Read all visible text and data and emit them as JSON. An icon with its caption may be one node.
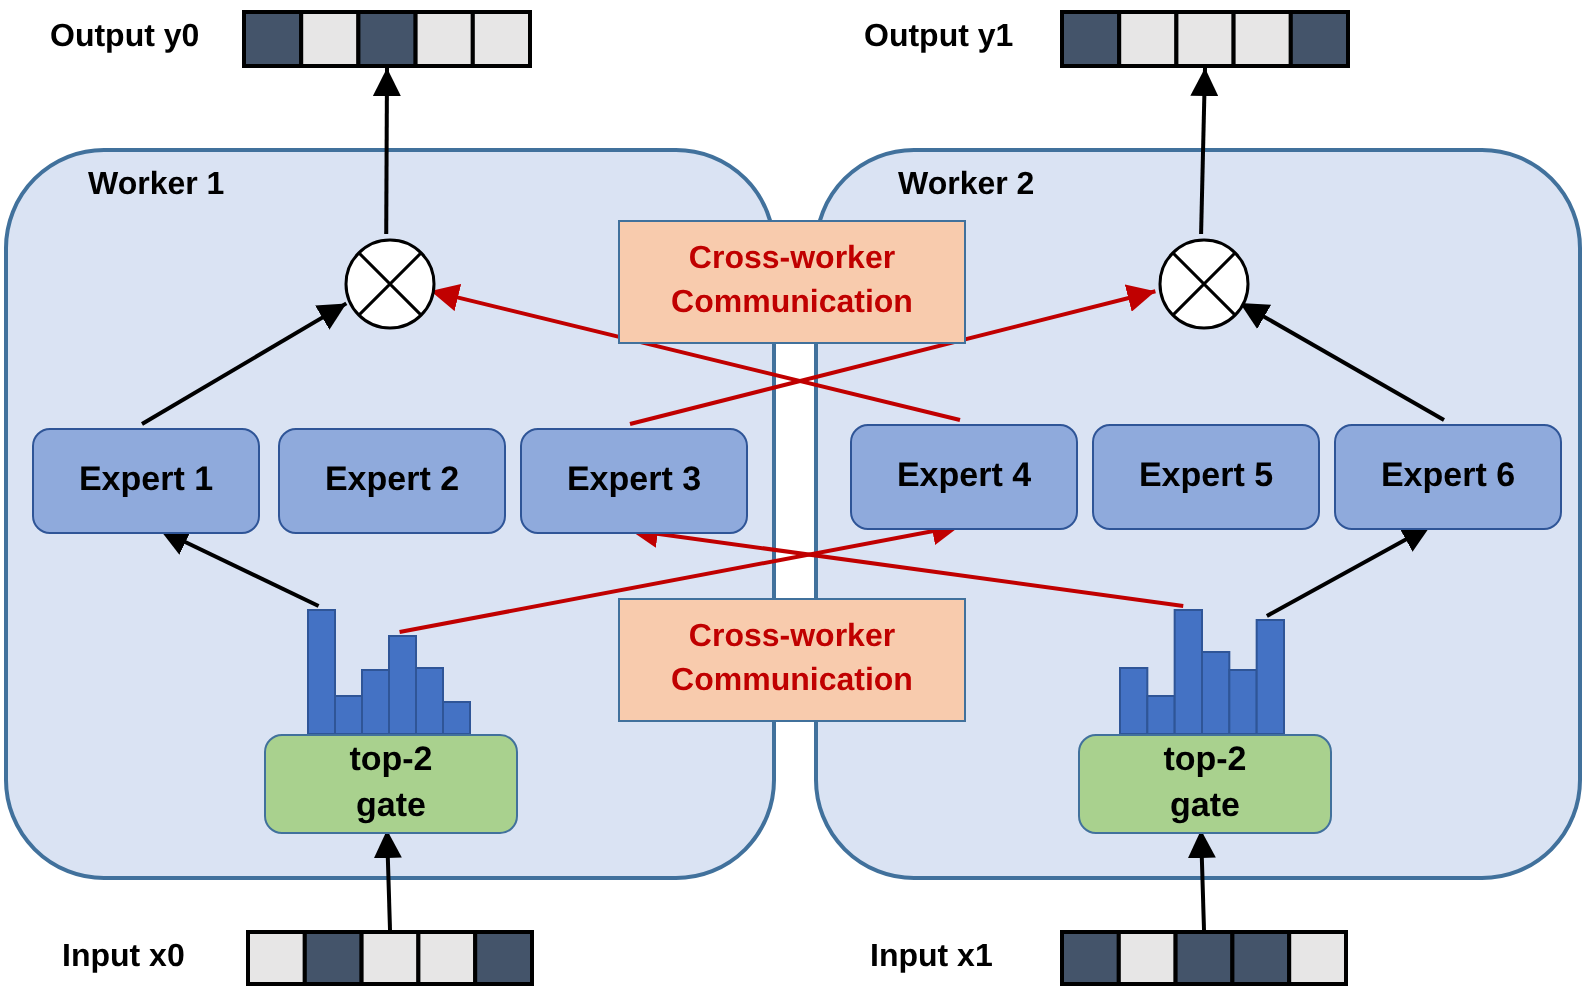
{
  "diagram": {
    "nodes": [
      {
        "text": [],
        "shape": "bar",
        "beside": [
          "Output y0"
        ]
      },
      {
        "text": [],
        "shape": "bar",
        "beside": [
          "Output y1"
        ]
      },
      {
        "text": [
          "Worker 1"
        ]
      },
      {
        "text": [],
        "shape": "circle",
        "in": 2
      },
      {
        "text": [
          "Expert 1"
        ],
        "in": 2
      },
      {
        "text": [
          "Expert 2"
        ],
        "in": 2
      },
      {
        "text": [
          "Expert 3"
        ],
        "in": 2
      },
      {
        "text": [],
        "shape": "picture",
        "in": 2
      },
      {
        "text": [
          "top-2 gate"
        ],
        "in": 2
      },
      {
        "text": [
          "Worker 2"
        ]
      },
      {
        "text": [],
        "shape": "circle",
        "in": 9
      },
      {
        "text": [
          "Expert 4"
        ],
        "in": 9
      },
      {
        "text": [
          "Expert 5"
        ],
        "in": 9
      },
      {
        "text": [
          "Expert 6"
        ],
        "in": 9
      },
      {
        "text": [],
        "shape": "picture",
        "in": 9
      },
      {
        "text": [
          "top-2 gate"
        ],
        "in": 9
      },
      {
        "text": [
          "Cross-worker Communication"
        ]
      },
      {
        "text": [
          "Cross-worker Communication"
        ]
      },
      {
        "text": [],
        "shape": "bar",
        "beside": [
          "Input x0"
        ]
      },
      {
        "text": [],
        "shape": "bar",
        "beside": [
          "Input x1"
        ]
      }
    ],
    "edges": [
      {
        "from": 18,
        "to": 8,
        "arrow": "to"
      },
      {
        "from": 19,
        "to": 15,
        "arrow": "to"
      },
      {
        "from": 7,
        "to": 4,
        "arrow": "to"
      },
      {
        "from": 7,
        "to": 11,
        "arrow": "to",
        "color": "#c00000"
      },
      {
        "from": 14,
        "to": 6,
        "arrow": "to",
        "color": "#c00000"
      },
      {
        "from": 14,
        "to": 13,
        "arrow": "to"
      },
      {
        "from": 4,
        "to": 3,
        "arrow": "to"
      },
      {
        "from": 6,
        "to": 10,
        "arrow": "to",
        "color": "#c00000"
      },
      {
        "from": 11,
        "to": 3,
        "arrow": "to",
        "color": "#c00000"
      },
      {
        "from": 13,
        "to": 10,
        "arrow": "to"
      },
      {
        "from": 3,
        "to": 0,
        "arrow": "to"
      },
      {
        "from": 10,
        "to": 1,
        "arrow": "to"
      }
    ]
  }
}
